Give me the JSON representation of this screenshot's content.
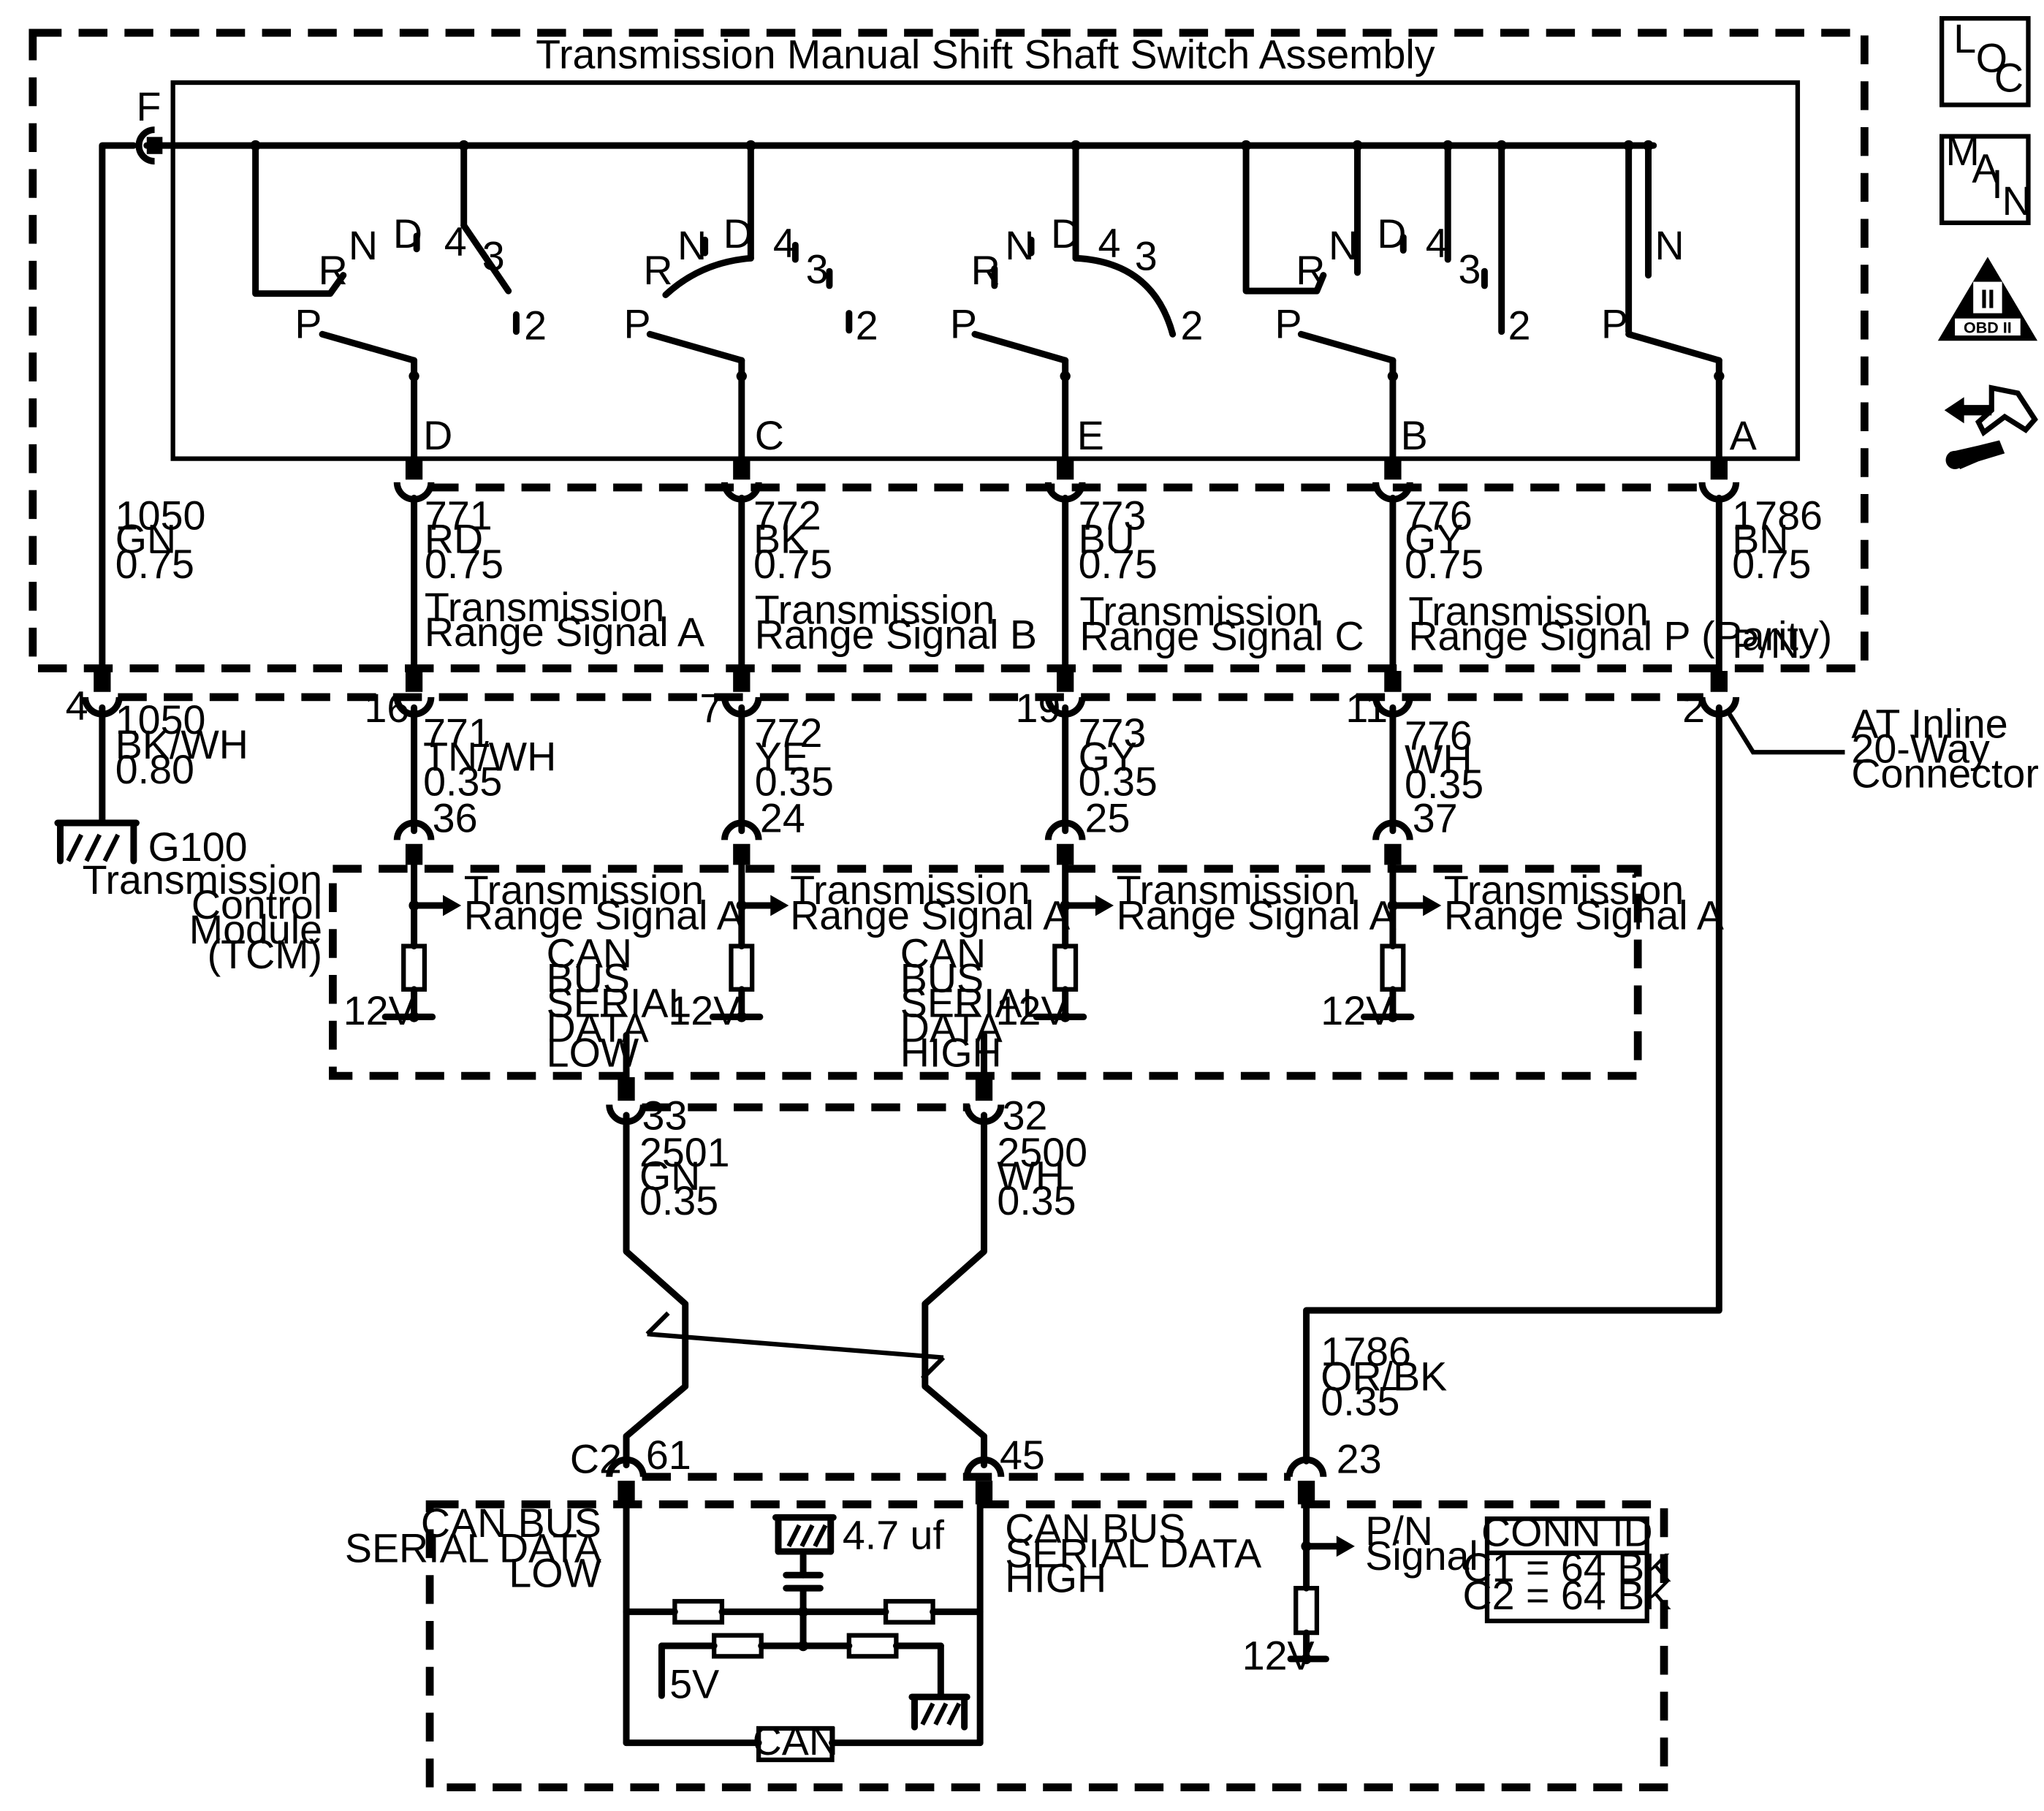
{
  "switch_assembly": {
    "title": "Transmission Manual Shift Shaft Switch Assembly",
    "supply_terminal": "F",
    "switch_labels": {
      "p": "P",
      "r": "R",
      "n": "N",
      "d": "D",
      "four": "4",
      "three": "3",
      "two": "2"
    },
    "terminals": [
      "D",
      "C",
      "E",
      "B",
      "A"
    ]
  },
  "upper_wires": [
    {
      "circuit": "1050",
      "color": "GN",
      "gauge": "0.75",
      "signal": ""
    },
    {
      "circuit": "771",
      "color": "RD",
      "gauge": "0.75",
      "signal": "Transmission Range Signal A"
    },
    {
      "circuit": "772",
      "color": "BK",
      "gauge": "0.75",
      "signal": "Transmission Range Signal B"
    },
    {
      "circuit": "773",
      "color": "BU",
      "gauge": "0.75",
      "signal": "Transmission Range Signal C"
    },
    {
      "circuit": "776",
      "color": "GY",
      "gauge": "0.75",
      "signal": "Transmission Range Signal P (Parity)"
    },
    {
      "circuit": "1786",
      "color": "BN",
      "gauge": "0.75",
      "signal": "P/N"
    }
  ],
  "inline_connector": {
    "label": "AT Inline 20-Way Connector",
    "pins": [
      "4",
      "16",
      "7",
      "19",
      "11",
      "2"
    ]
  },
  "lower_wires": [
    {
      "circuit": "1050",
      "color": "BK/WH",
      "gauge": "0.80"
    },
    {
      "circuit": "771",
      "color": "TN/WH",
      "gauge": "0.35"
    },
    {
      "circuit": "772",
      "color": "YE",
      "gauge": "0.35"
    },
    {
      "circuit": "773",
      "color": "GY",
      "gauge": "0.35"
    },
    {
      "circuit": "776",
      "color": "WH",
      "gauge": "0.35"
    }
  ],
  "ground": {
    "label": "G100"
  },
  "tcm": {
    "name": "Transmission Control Module (TCM)",
    "pins": [
      "36",
      "24",
      "25",
      "37"
    ],
    "input_labels": [
      "Transmission Range Signal A",
      "Transmission Range Signal A",
      "Transmission Range Signal A",
      "Transmission Range Signal A"
    ],
    "supply": "12V",
    "can_low_label": "CAN BUS SERIAL DATA LOW",
    "can_high_label": "CAN BUS SERIAL DATA HIGH",
    "can_low_pin": "33",
    "can_high_pin": "32"
  },
  "can_wires": [
    {
      "circuit": "2501",
      "color": "GN",
      "gauge": "0.35"
    },
    {
      "circuit": "2500",
      "color": "WH",
      "gauge": "0.35"
    }
  ],
  "pn_lower_wire": {
    "circuit": "1786",
    "color": "OR/BK",
    "gauge": "0.35"
  },
  "ecm": {
    "connector": "C2",
    "pins": [
      "61",
      "45",
      "23"
    ],
    "can_low_label": "CAN BUS SERIAL DATA LOW",
    "can_high_label": "CAN BUS SERIAL DATA HIGH",
    "capacitor": "4.7 uf",
    "five_v": "5V",
    "can_block": "CAN",
    "pn_signal": "P/N Signal",
    "supply": "12V"
  },
  "conn_id": {
    "title": "CONN ID",
    "lines": [
      "C1 = 64 BK",
      "C2 = 64 BK"
    ]
  },
  "side_icons": {
    "loc": [
      "L",
      "O",
      "C"
    ],
    "main": [
      "M",
      "A",
      "I",
      "N"
    ],
    "obd_numeral": "II",
    "obd_text": "OBD II"
  },
  "icon_names": [
    "location-icon",
    "main-icon",
    "obd-ii-icon",
    "diagnostic-icon"
  ]
}
